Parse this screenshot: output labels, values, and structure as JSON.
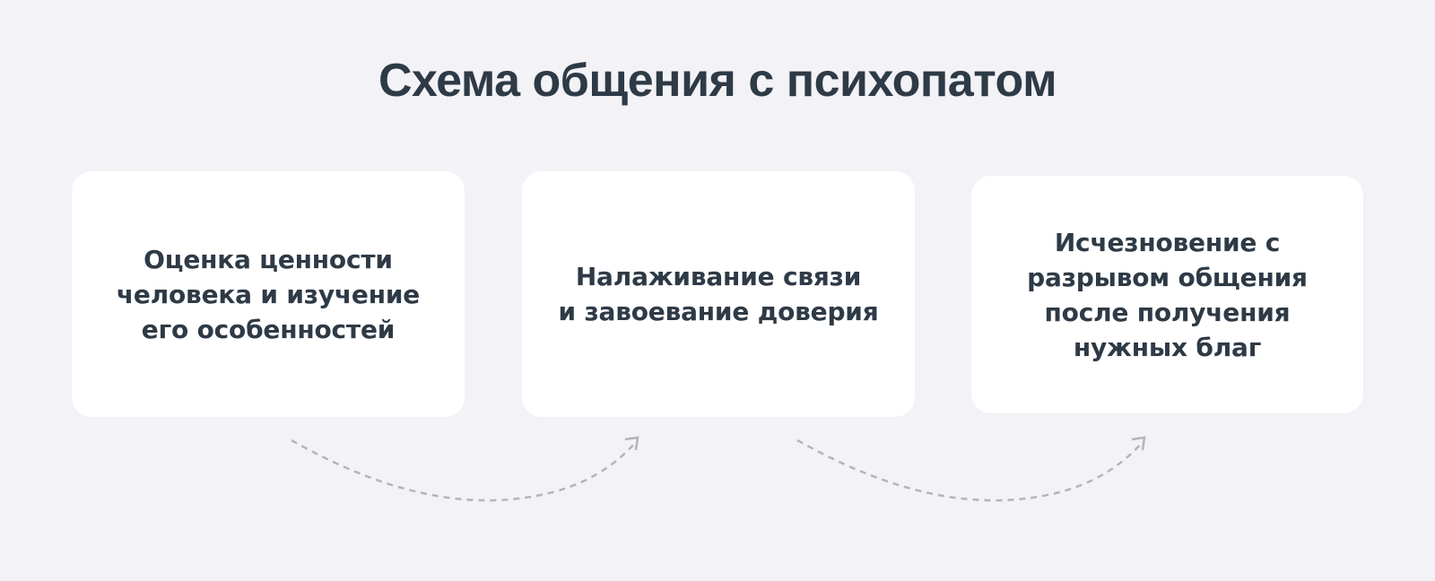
{
  "title": "Схема общения с психопатом",
  "colors": {
    "background": "#f2f2f7",
    "card": "#ffffff",
    "text": "#2e3a46",
    "arrow": "#b5b5b8"
  },
  "steps": [
    {
      "label": "Оценка ценности\nчеловека и изучение\nего особенностей"
    },
    {
      "label": "Налаживание связи\nи завоевание доверия"
    },
    {
      "label": "Исчезновение с\nразрывом общения\nпосле получения\nнужных благ"
    }
  ],
  "connectors": [
    {
      "from": 1,
      "to": 2,
      "style": "dashed-curved-arrow",
      "icon": "arrow-right-curved-icon"
    },
    {
      "from": 2,
      "to": 3,
      "style": "dashed-curved-arrow",
      "icon": "arrow-right-curved-icon"
    }
  ]
}
